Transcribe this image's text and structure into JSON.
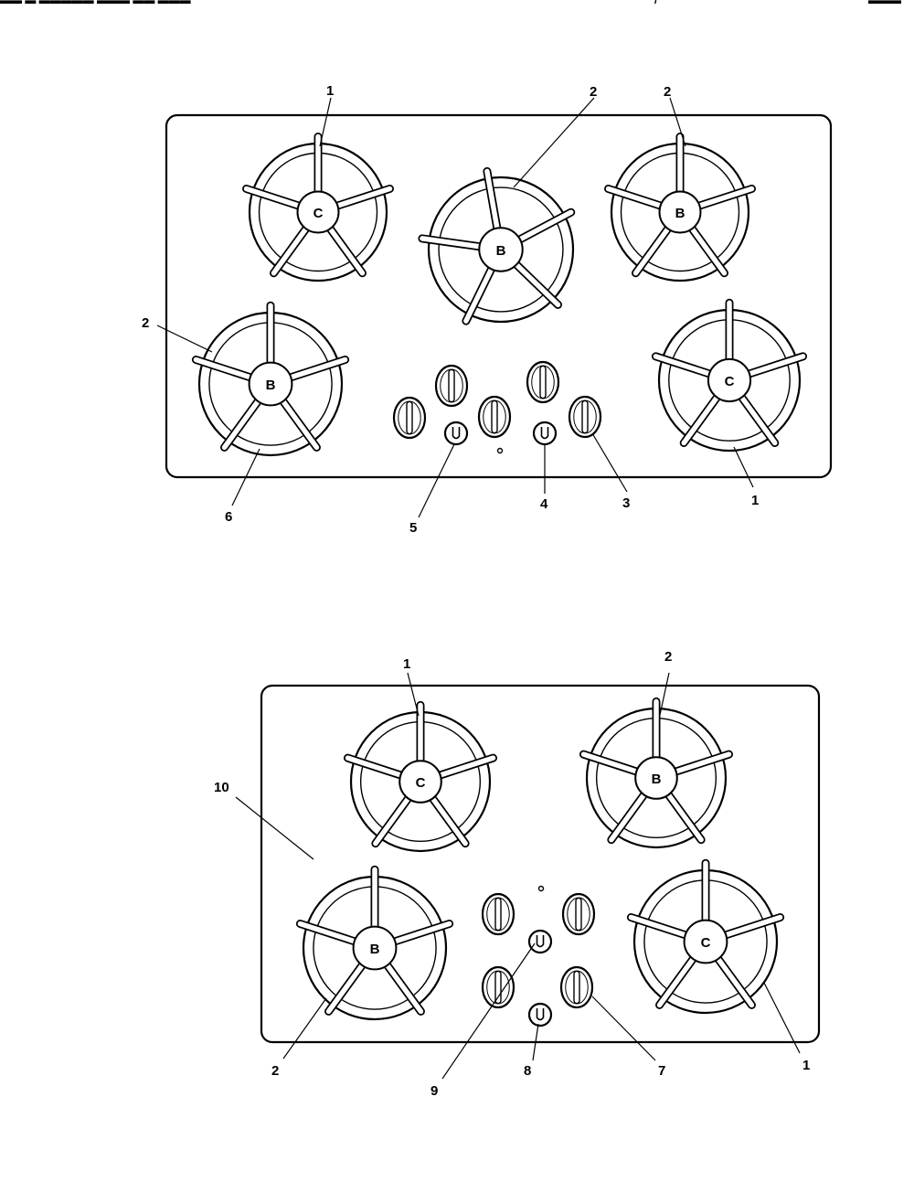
{
  "header": {
    "left": "▬▬ ▬ ▬▬▬▬▬ ▬▬▬ ▬▬ ▬▬▬",
    "mid": "/",
    "right": "▬▬▬"
  },
  "top_cooktop": {
    "burners": [
      {
        "letter": "C"
      },
      {
        "letter": "B"
      },
      {
        "letter": "B"
      },
      {
        "letter": "B"
      },
      {
        "letter": "C"
      }
    ],
    "callouts": [
      "1",
      "2",
      "2",
      "2",
      "6",
      "5",
      "4",
      "3",
      "1"
    ]
  },
  "bottom_cooktop": {
    "burners": [
      {
        "letter": "C"
      },
      {
        "letter": "B"
      },
      {
        "letter": "B"
      },
      {
        "letter": "C"
      }
    ],
    "callouts": [
      "1",
      "2",
      "10",
      "2",
      "9",
      "8",
      "7",
      "1"
    ]
  }
}
